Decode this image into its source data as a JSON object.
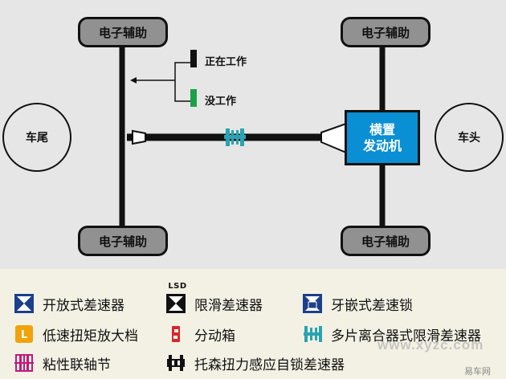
{
  "diagram": {
    "wheels": {
      "top_left": "电子辅助",
      "top_right": "电子辅助",
      "bottom_left": "电子辅助",
      "bottom_right": "电子辅助"
    },
    "rear_label": "车尾",
    "front_label": "车头",
    "engine": {
      "line1": "横置",
      "line2": "发动机"
    },
    "status": {
      "working": "正在工作",
      "idle": "没工作",
      "working_color": "#111111",
      "idle_color": "#1aa14a"
    }
  },
  "legend": {
    "items": [
      {
        "label": "开放式差速器",
        "icon": "open-differential-icon"
      },
      {
        "label": "限滑差速器",
        "icon": "limited-slip-differential-icon",
        "badge": "LSD"
      },
      {
        "label": "牙嵌式差速锁",
        "icon": "dog-clutch-lock-icon"
      },
      {
        "label": "低速扭矩放大档",
        "icon": "low-range-gear-icon",
        "badge": "L"
      },
      {
        "label": "分动箱",
        "icon": "transfer-case-icon"
      },
      {
        "label": "多片离合器式限滑差速器",
        "icon": "multi-plate-clutch-icon"
      },
      {
        "label": "粘性联轴节",
        "icon": "viscous-coupling-icon"
      },
      {
        "label": "托森扭力感应自锁差速器",
        "icon": "torsen-differential-icon"
      }
    ]
  },
  "watermark": {
    "site": "www.xyzc.com",
    "brand": "易车网"
  },
  "colors": {
    "diagram_bg": "#e6e6e6",
    "legend_bg": "#f3f1e4",
    "wheel_fill": "#919191",
    "engine_blue": "#0a8fd4",
    "coupling_teal": "#2aa3b2",
    "legend_blue": "#1c3f8a",
    "legend_orange": "#f0a30a",
    "legend_red": "#d9262b",
    "legend_magenta": "#c2187a"
  }
}
